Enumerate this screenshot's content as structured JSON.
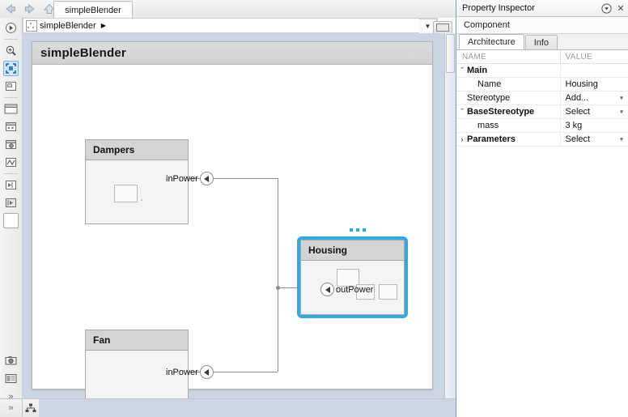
{
  "window": {
    "tab_label": "simpleBlender",
    "nav": {
      "back": "back-arrow",
      "forward": "forward-arrow",
      "up": "up-arrow"
    },
    "keyboard_button": "keyboard-icon"
  },
  "breadcrumb": {
    "icon": "model-icon",
    "label": "simpleBlender",
    "arrow": "▶",
    "dropdown": "▼"
  },
  "left_toolbar": {
    "items": [
      {
        "name": "run-icon",
        "glyph": "▶"
      },
      {
        "name": "zoom-in-icon",
        "glyph": ""
      },
      {
        "name": "fit-to-view-icon",
        "glyph": ""
      },
      {
        "name": "zoom-region-icon",
        "glyph": ""
      },
      {
        "name": "component-icon",
        "glyph": ""
      },
      {
        "name": "variant-component-icon",
        "glyph": ""
      },
      {
        "name": "reference-component-icon",
        "glyph": ""
      },
      {
        "name": "adapter-icon",
        "glyph": ""
      },
      {
        "name": "port-input-icon",
        "glyph": ""
      },
      {
        "name": "port-output-icon",
        "glyph": ""
      },
      {
        "name": "connector-icon",
        "glyph": ""
      },
      {
        "name": "snapshot-icon",
        "glyph": ""
      },
      {
        "name": "report-icon",
        "glyph": ""
      },
      {
        "name": "more-tools-icon",
        "glyph": "»"
      }
    ]
  },
  "canvas": {
    "sheet_title": "simpleBlender",
    "blocks": [
      {
        "id": "dampers",
        "title": "Dampers",
        "port": {
          "label": "inPower",
          "direction": "input"
        },
        "selected": false
      },
      {
        "id": "housing",
        "title": "Housing",
        "port": {
          "label": "outPower",
          "direction": "input"
        },
        "selected": true,
        "handle": "selection-dots"
      },
      {
        "id": "fan",
        "title": "Fan",
        "port": {
          "label": "inPower",
          "direction": "input"
        },
        "selected": false
      }
    ],
    "selection_color": "#35a8e0"
  },
  "statusbar": {
    "expand_glyph": "»",
    "hierarchy_icon": "hierarchy-icon"
  },
  "property_inspector": {
    "title": "Property Inspector",
    "dropdown_glyph": "▾",
    "close_glyph": "✕",
    "subtitle": "Component",
    "tabs": [
      {
        "label": "Architecture",
        "active": true
      },
      {
        "label": "Info",
        "active": false
      }
    ],
    "columns": {
      "name": "NAME",
      "value": "VALUE"
    },
    "rows": [
      {
        "level": 0,
        "twisty": "ˇ",
        "name": "Main",
        "value": "",
        "control": "none"
      },
      {
        "level": 2,
        "twisty": "",
        "name": "Name",
        "value": "Housing",
        "control": "text"
      },
      {
        "level": 1,
        "twisty": "",
        "name": "Stereotype",
        "value": "Add...",
        "control": "dropdown"
      },
      {
        "level": 0,
        "twisty": "ˇ",
        "name": "BaseStereotype",
        "value": "Select",
        "control": "dropdown"
      },
      {
        "level": 2,
        "twisty": "",
        "name": "mass",
        "value": "3 kg",
        "control": "text"
      },
      {
        "level": 0,
        "twisty": "›",
        "name": "Parameters",
        "value": "Select",
        "control": "dropdown"
      }
    ]
  }
}
